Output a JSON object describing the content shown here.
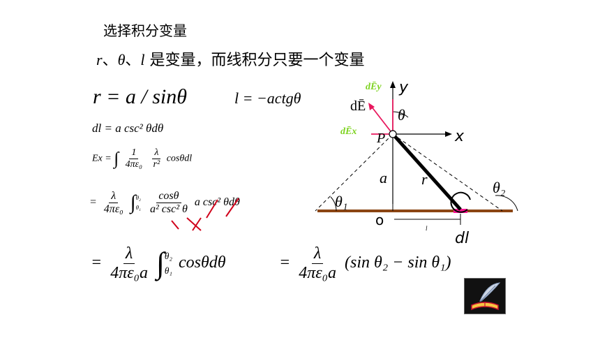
{
  "slide": {
    "title": "选择积分变量",
    "subtitle_vars": [
      "r",
      "θ",
      "l"
    ],
    "subtitle_sep": "、",
    "subtitle_text": "是变量，而线积分只要一个变量"
  },
  "equations": {
    "r_relation": "r = a / sinθ",
    "l_relation": "l = −actgθ",
    "dl_relation": "dl = a csc² θdθ",
    "ex_lhs": "Ex =",
    "ex_frac_num": "1",
    "ex_frac_den": "4πε₀",
    "ex_lambda_num": "λ",
    "ex_lambda_den": "r²",
    "ex_tail": "cosθdl",
    "step_eq": "=",
    "step_lambda": "λ",
    "step_den": "4πε₀",
    "step_cos": "cosθ",
    "step_den2": "a² csc² θ",
    "step_tail": "a csc² θdθ",
    "final_lhs_num": "λ",
    "final_lhs_den": "4πε₀a",
    "final_integrand": "cosθdθ",
    "final_rhs_num": "λ",
    "final_rhs_den": "4πε₀a",
    "final_rhs_paren": "(sin θ₂ − sin θ₁)",
    "theta1_limit": "θ₁",
    "theta2_limit": "θ₂"
  },
  "diagram": {
    "label_dEy": "dĒy",
    "label_dE": "dĒ",
    "label_dEx": "dĒx",
    "label_y": "y",
    "label_x": "x",
    "label_P": "P",
    "label_theta": "θ",
    "label_a": "a",
    "label_r": "r",
    "label_theta1": "θ₁",
    "label_theta2": "θ₂",
    "label_o": "o",
    "label_l": "l",
    "label_dl": "dl",
    "colors": {
      "green_label": "#7ed321",
      "vector_pink": "#e8175d",
      "line_brown": "#8b4513",
      "dl_highlight": "#ff1493"
    }
  }
}
